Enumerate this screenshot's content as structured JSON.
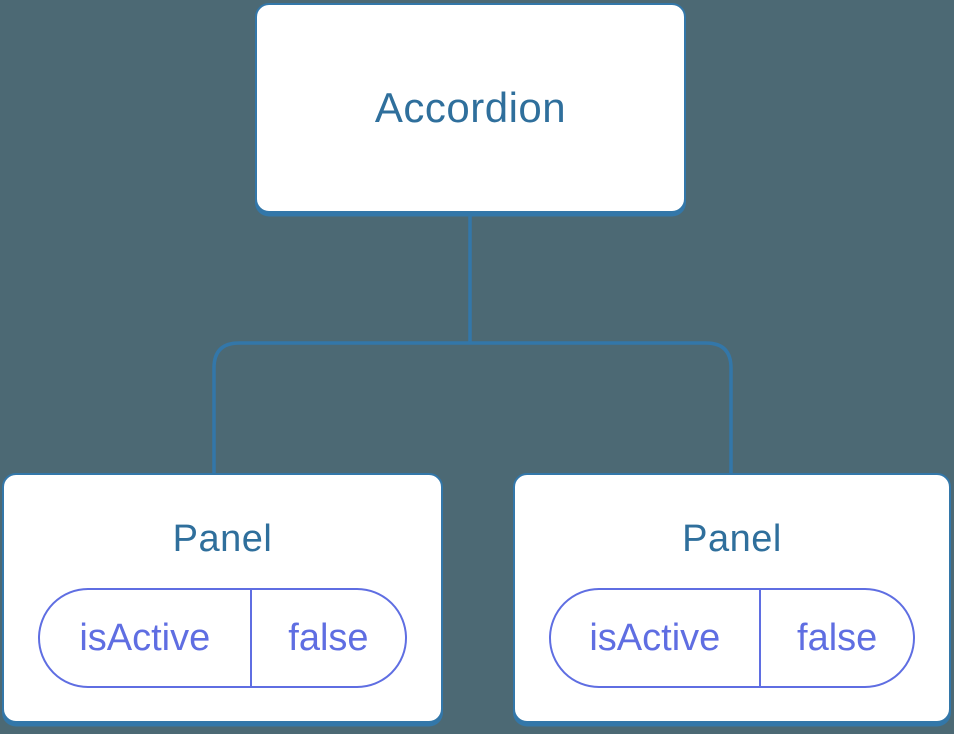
{
  "colors": {
    "background": "#4c6974",
    "line": "#3377a9",
    "card-bg": "#ffffff",
    "node-text": "#2f6f9c",
    "pill": "#5f6ee2"
  },
  "diagram": {
    "type": "component-tree",
    "root": {
      "label": "Accordion"
    },
    "children": [
      {
        "title": "Panel",
        "state": {
          "key": "isActive",
          "value": "false"
        }
      },
      {
        "title": "Panel",
        "state": {
          "key": "isActive",
          "value": "false"
        }
      }
    ]
  }
}
